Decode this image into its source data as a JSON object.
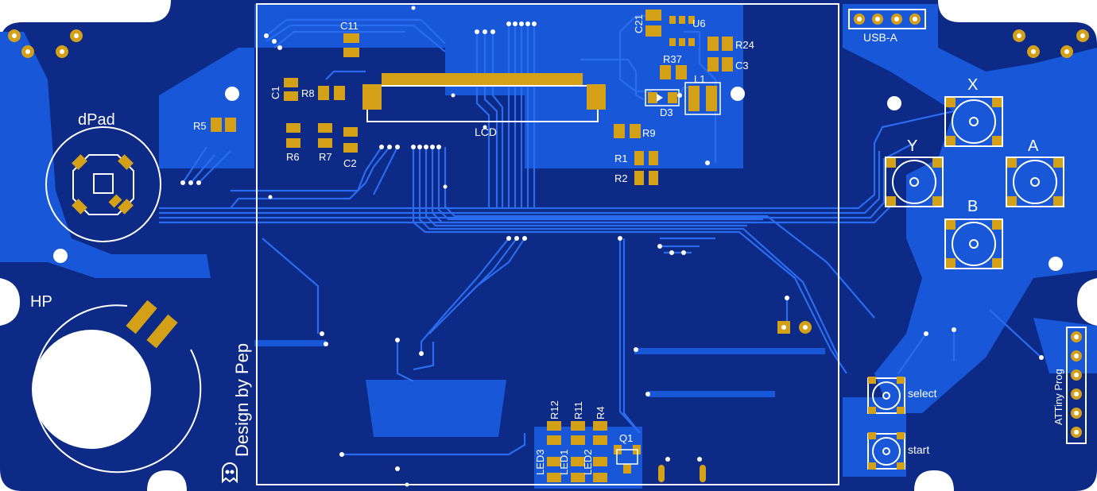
{
  "board": {
    "colors": {
      "substrate": "#0c2a86",
      "copper_fill": "#1858d8",
      "trace": "#2a6cf0",
      "pad": "#d4a017",
      "silkscreen": "#ffffff",
      "hole": "#ffffff"
    },
    "labels": {
      "dpad": "dPad",
      "hp": "HP",
      "designer": "Design by Pep",
      "lcd": "LCD",
      "usb": "USB-A",
      "attiny": "ATTiny Prog",
      "x": "X",
      "y": "Y",
      "a": "A",
      "b": "B",
      "select": "select",
      "start": "start"
    },
    "components": {
      "c11": "C11",
      "c1": "C1",
      "r8": "R8",
      "r5": "R5",
      "r6": "R6",
      "r7": "R7",
      "c2": "C2",
      "c21": "C21",
      "u6": "U6",
      "r24": "R24",
      "r37": "R37",
      "c3": "C3",
      "l1": "L1",
      "d3": "D3",
      "r9": "R9",
      "r1": "R1",
      "r2": "R2",
      "r12": "R12",
      "r11": "R11",
      "r4": "R4",
      "q1": "Q1",
      "led3": "LED3",
      "led1": "LED1",
      "led2": "LED2"
    }
  }
}
